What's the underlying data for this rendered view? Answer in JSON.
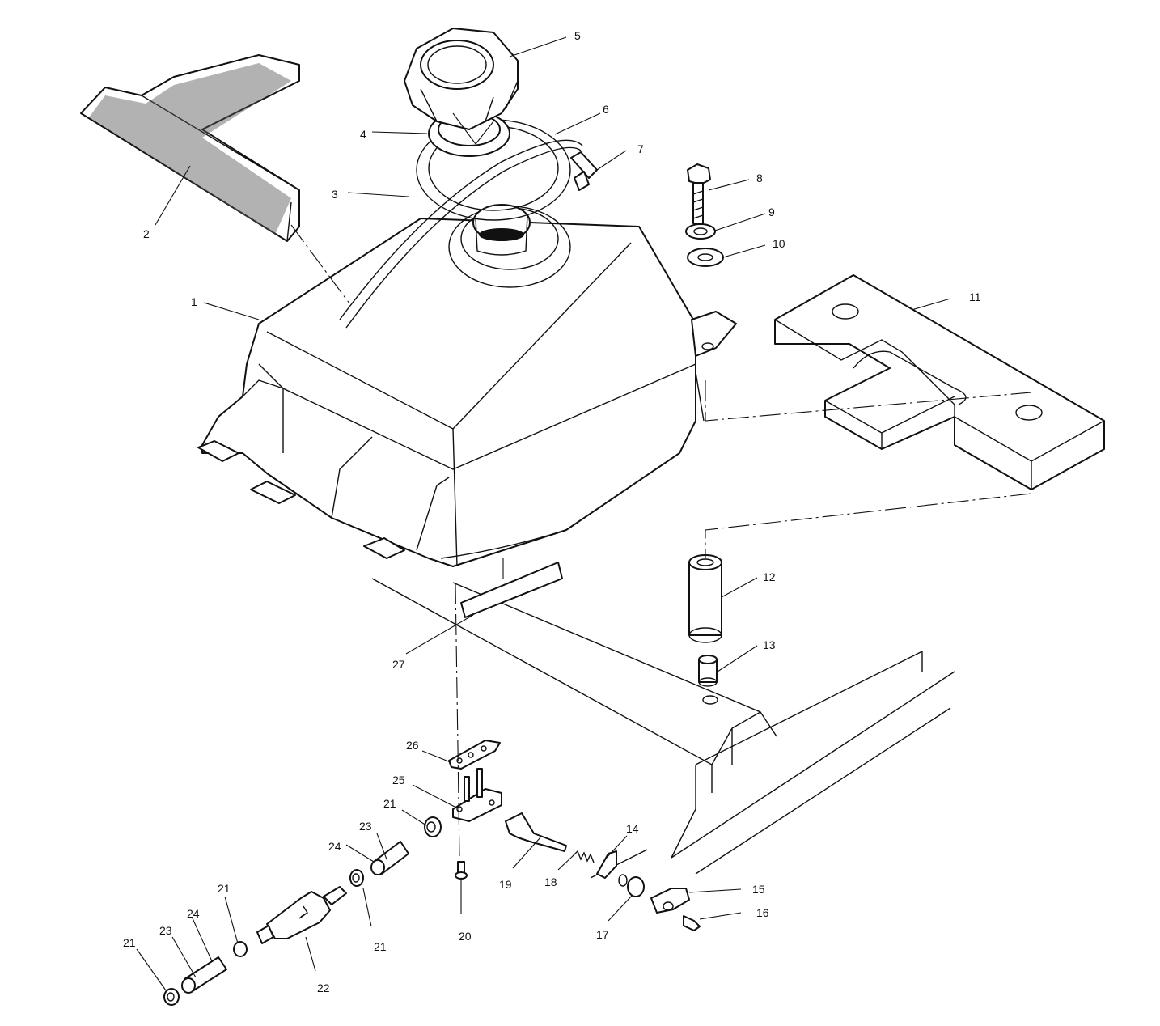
{
  "callouts": [
    "1",
    "2",
    "3",
    "4",
    "5",
    "6",
    "7",
    "8",
    "9",
    "10",
    "11",
    "12",
    "13",
    "14",
    "15",
    "16",
    "17",
    "18",
    "19",
    "20",
    "21",
    "21",
    "21",
    "21",
    "22",
    "23",
    "23",
    "24",
    "24",
    "25",
    "26",
    "27"
  ]
}
